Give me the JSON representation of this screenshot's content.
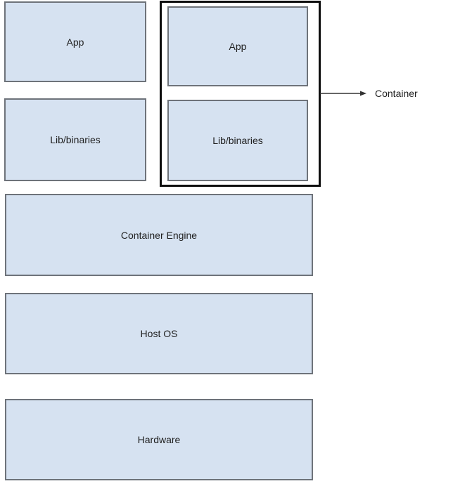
{
  "boxes": {
    "host_app_label": "App",
    "host_lib_label": "Lib/binaries",
    "container_app_label": "App",
    "container_lib_label": "Lib/binaries",
    "container_engine_label": "Container Engine",
    "host_os_label": "Host OS",
    "hardware_label": "Hardware"
  },
  "annotations": {
    "container_label": "Container"
  },
  "colors": {
    "box_fill": "#d6e2f1",
    "box_border": "#6e737a",
    "container_outline": "#0e0e0e",
    "arrow": "#333333",
    "text": "#1f1f1f",
    "background": "#ffffff"
  }
}
